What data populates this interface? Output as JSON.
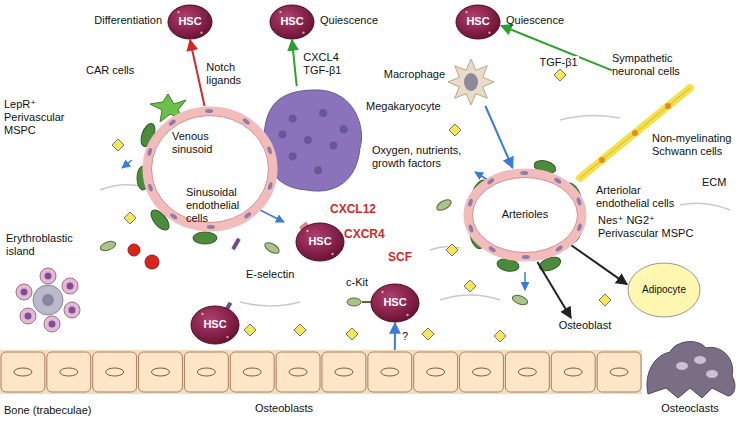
{
  "diagram": {
    "nodes": [
      {
        "text": [
          "Differentiation",
          "HSC"
        ]
      },
      {
        "text": [
          "HSC",
          "Quiescence"
        ]
      },
      {
        "text": [
          "HSC",
          "Quiescence"
        ]
      },
      {
        "text": [
          "Macrophage"
        ]
      },
      {
        "text": [
          "Sympathetic neuronal cells"
        ]
      },
      {
        "text": [
          "Megakaryocyte"
        ]
      },
      {
        "text": [
          "Venous sinusoid"
        ]
      },
      {
        "text": [
          "HSC"
        ]
      },
      {
        "text": [
          "HSC"
        ]
      },
      {
        "text": [
          "Arterioles"
        ]
      },
      {
        "text": [
          "HSC"
        ]
      },
      {
        "text": [
          "Adipocyte"
        ]
      },
      {
        "text": [
          "Osteoblast"
        ]
      },
      {
        "text": [
          "Bone (trabeculae)"
        ]
      },
      {
        "text": [
          "Osteoclasts"
        ]
      }
    ],
    "edges": [
      {
        "from": 6,
        "to": 0,
        "arrow": "to",
        "label": "Notch ligands"
      },
      {
        "from": 5,
        "to": 1,
        "arrow": "to",
        "label": "CXCL4 TGF-β1"
      },
      {
        "from": 4,
        "to": 2,
        "arrow": "to",
        "label": "TGF-β1"
      },
      {
        "from": 3,
        "to": 9,
        "arrow": "to"
      },
      {
        "from": 9,
        "to": 11,
        "arrow": "to"
      },
      {
        "from": 9,
        "to": 12,
        "arrow": "to"
      },
      {
        "from": 13,
        "to": 10,
        "arrow": "to",
        "label": "?"
      }
    ],
    "labels": [
      "CAR cells",
      "LepR⁺ Perivascular MSPC",
      "Sinusoidal endothelial cells",
      "CXCL12",
      "CXCR4",
      "E-selectin",
      "SCF",
      "c-Kit",
      "Oxygen, nutrients, growth factors",
      "Non-myelinating Schwann cells",
      "ECM",
      "Arteriolar endothelial cells",
      "Nes⁺ NG2⁺ Perivascular MSPC",
      "Erythroblastic island",
      "Osteoblasts"
    ]
  }
}
